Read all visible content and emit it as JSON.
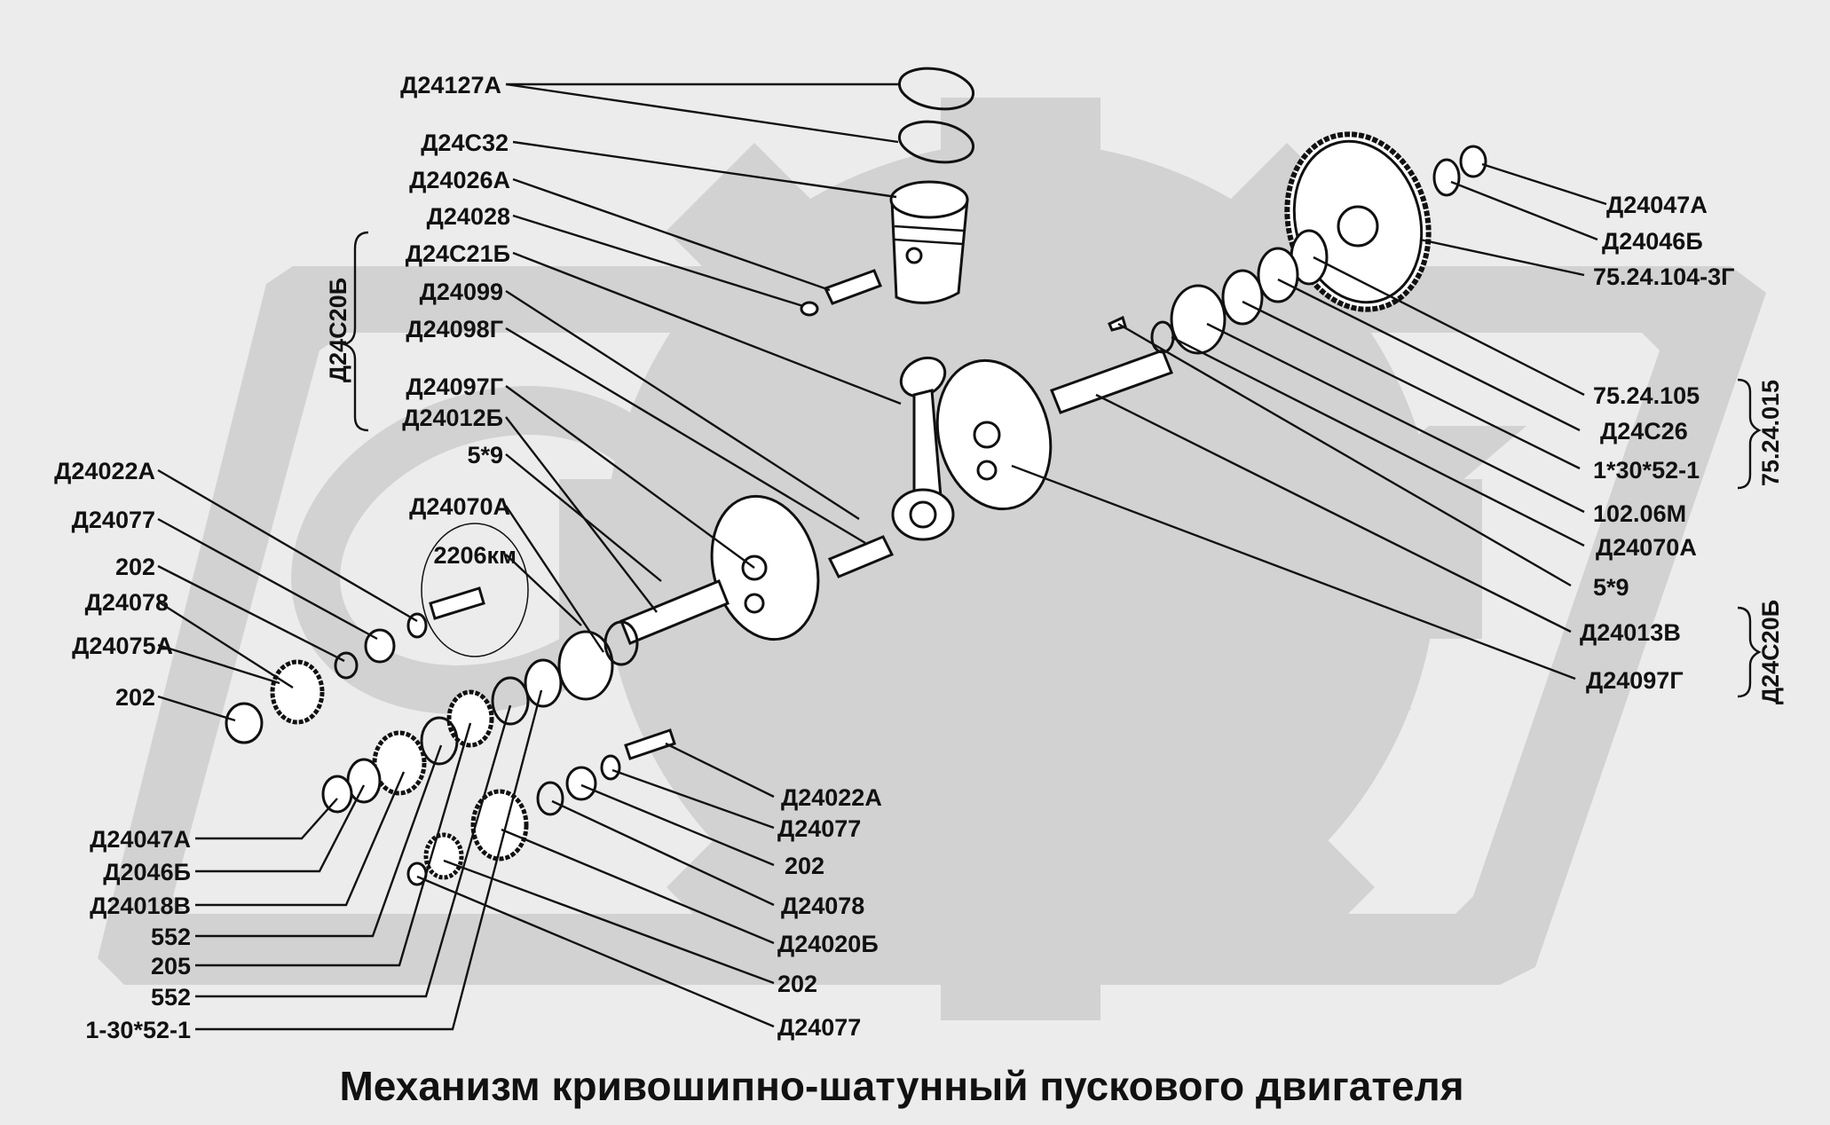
{
  "title": "Механизм кривошипно-шатунный пускового двигателя",
  "watermark": "OPEX",
  "colors": {
    "background": "#ececec",
    "watermark": "#d2d2d2",
    "ink": "#111111"
  },
  "labels_top": [
    "Д24127А",
    "Д24С32",
    "Д24026А",
    "Д24028",
    "Д24С21Б",
    "Д24099",
    "Д24098Г",
    "Д24097Г",
    "Д24012Б",
    "5*9",
    "Д24070А",
    "2206км"
  ],
  "labels_left": [
    "Д24022А",
    "Д24077",
    "202",
    "Д24078",
    "Д24075А",
    "202",
    "Д24047А",
    "Д2046Б",
    "Д24018В",
    "552",
    "205",
    "552",
    "1-30*52-1"
  ],
  "labels_right": [
    "Д24047А",
    "Д24046Б",
    "75.24.104-3Г",
    "75.24.105",
    "Д24С26",
    "1*30*52-1",
    "102.06М",
    "Д24070А",
    "5*9",
    "Д24013В",
    "Д24097Г"
  ],
  "labels_bottom": [
    "Д24022А",
    "Д24077",
    "202",
    "Д24078",
    "Д24020Б",
    "202",
    "Д24077"
  ],
  "group_labels": {
    "left_bracket": "Д24С20Б",
    "right_bracket_top": "75.24.015",
    "right_bracket_bottom": "Д24С20Б"
  }
}
